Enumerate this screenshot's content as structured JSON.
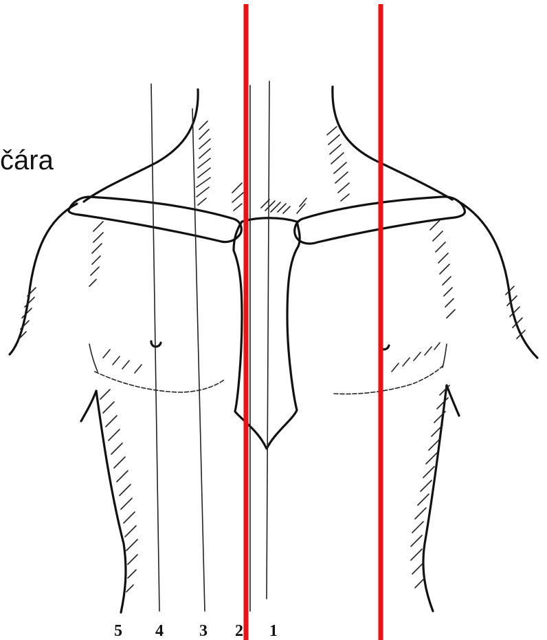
{
  "caption": "čára",
  "reference_line_numbers": [
    "5",
    "4",
    "3",
    "2",
    "1"
  ],
  "colors": {
    "marker_lines": "#ee1111",
    "ink": "#111111",
    "background": "#ffffff"
  }
}
